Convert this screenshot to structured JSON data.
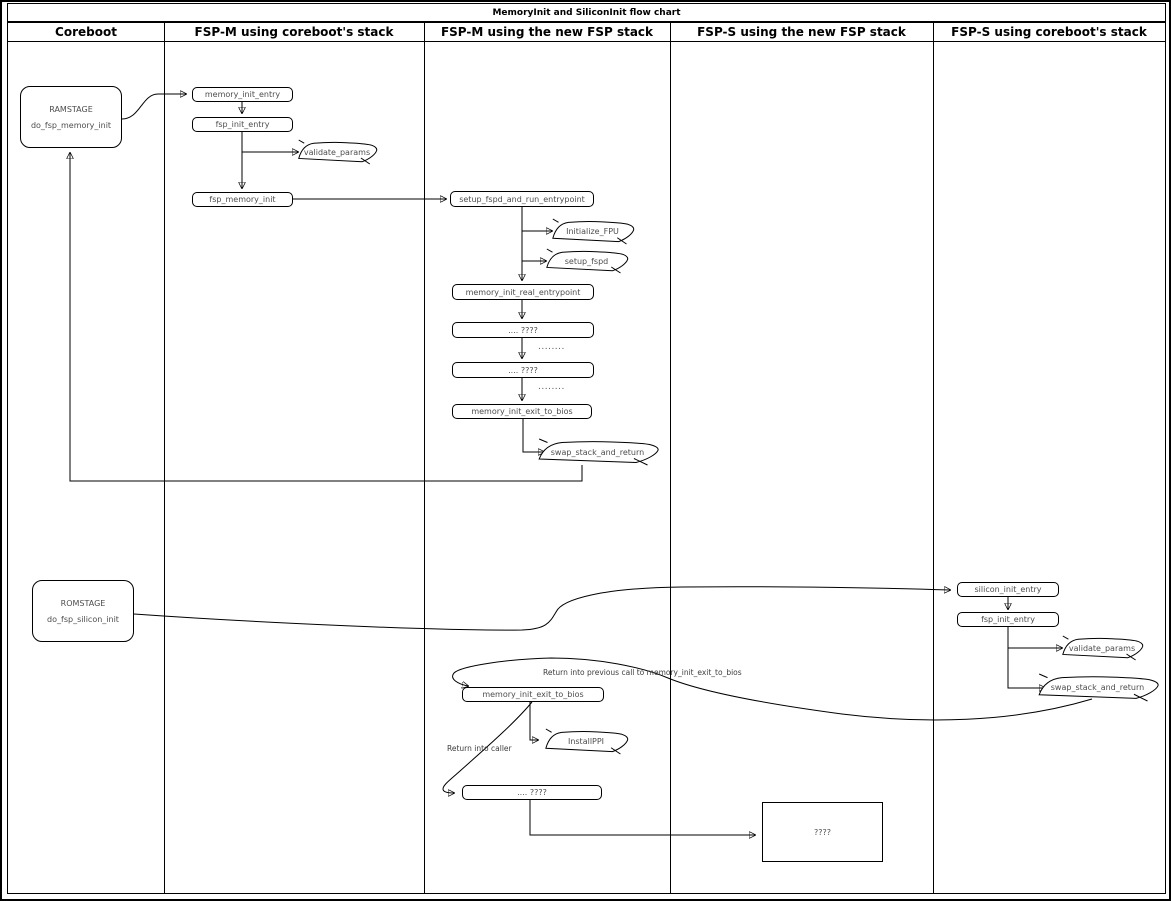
{
  "title": "MemoryInit and SiliconInit flow chart",
  "lanes": [
    "Coreboot",
    "FSP-M using coreboot's stack",
    "FSP-M using the new FSP stack",
    "FSP-S using the new FSP stack",
    "FSP-S using coreboot's stack"
  ],
  "nodes": {
    "ramstage_title": "RAMSTAGE",
    "ramstage_sub": "do_fsp_memory_init",
    "romstage_title": "ROMSTAGE",
    "romstage_sub": "do_fsp_silicon_init",
    "memory_init_entry": "memory_init_entry",
    "fsp_init_entry_m": "fsp_init_entry",
    "validate_params_m": "validate_params",
    "fsp_memory_init": "fsp_memory_init",
    "setup_fspd_and_run_entrypoint": "setup_fspd_and_run_entrypoint",
    "initialize_fpu": "Initialize_FPU",
    "setup_fspd": "setup_fspd",
    "memory_init_real_entrypoint": "memory_init_real_entrypoint",
    "unknown_box_1": ".... ????",
    "unknown_box_2": ".... ????",
    "memory_init_exit_to_bios_1": "memory_init_exit_to_bios",
    "swap_stack_and_return_m": "swap_stack_and_return",
    "memory_init_exit_to_bios_2": "memory_init_exit_to_bios",
    "installppi": "InstallPPI",
    "unknown_box_3": ".... ????",
    "unknown_rect": "????",
    "silicon_init_entry": "silicon_init_entry",
    "fsp_init_entry_s": "fsp_init_entry",
    "validate_params_s": "validate_params",
    "swap_stack_and_return_s": "swap_stack_and_return"
  },
  "labels": {
    "return_previous": "Return into previous call to memory_init_exit_to_bios",
    "return_caller": "Return into caller",
    "ellipsis_1": "........",
    "ellipsis_2": "........"
  },
  "colors": {
    "line": "#000000",
    "node_text": "#4d4d4d",
    "label_text": "#3d3d3d",
    "background": "#ffffff",
    "border": "#000000"
  }
}
